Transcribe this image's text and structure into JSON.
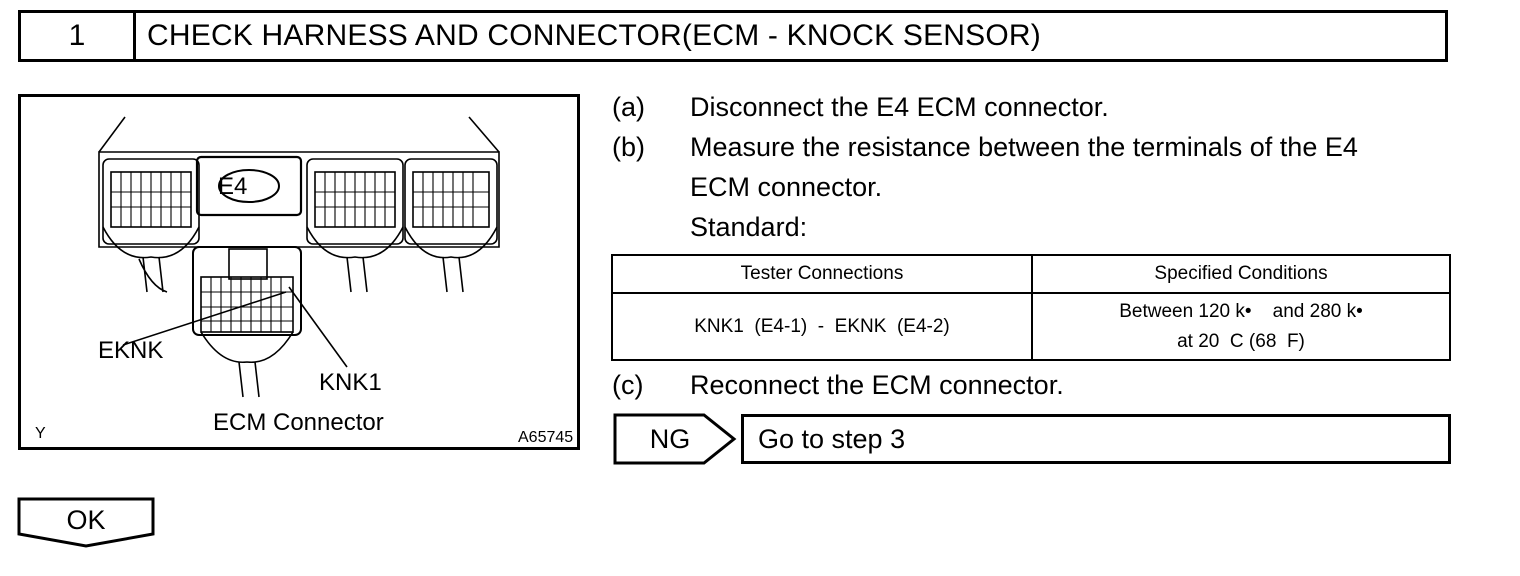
{
  "header": {
    "step_number": "1",
    "title": "CHECK HARNESS AND CONNECTOR(ECM - KNOCK SENSOR)"
  },
  "figure": {
    "connector_tag": "E4",
    "label_eknk": "EKNK",
    "label_knk1": "KNK1",
    "caption": "ECM Connector",
    "corner_mark": "Y",
    "figure_id": "A65745"
  },
  "steps": [
    {
      "label": "(a)",
      "lines": [
        "Disconnect the E4 ECM connector."
      ]
    },
    {
      "label": "(b)",
      "lines": [
        "Measure the resistance between the terminals of the E4",
        "ECM connector.",
        "Standard:"
      ]
    },
    {
      "label": "(c)",
      "lines": [
        "Reconnect the ECM connector."
      ]
    }
  ],
  "table": {
    "headers": [
      "Tester Connections",
      "Specified Conditions"
    ],
    "rows": [
      {
        "connection": "KNK1  (E4-1)  -  EKNK  (E4-2)",
        "condition_line1": "Between 120 k•    and 280 k•",
        "condition_line2": "at 20  C (68  F)"
      }
    ]
  },
  "ng": {
    "label": "NG",
    "action": "Go to step 3"
  },
  "ok": {
    "label": "OK"
  }
}
